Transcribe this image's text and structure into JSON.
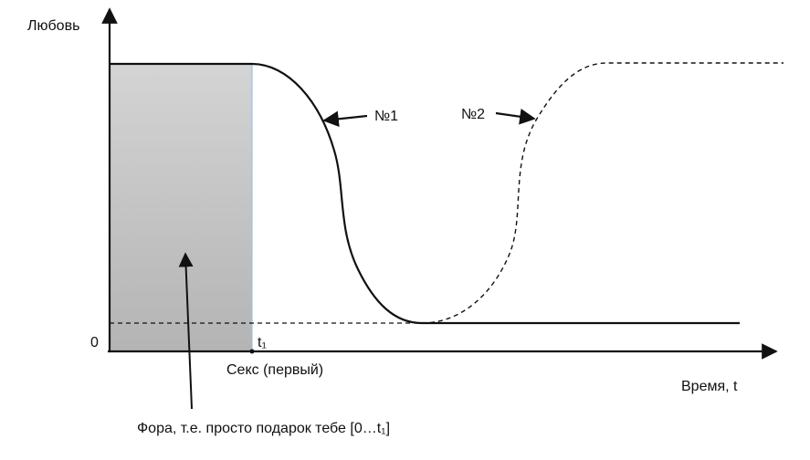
{
  "chart_data": {
    "type": "line",
    "ylabel": "Любовь",
    "xlabel": "Время, t",
    "y_zero_label": "0",
    "t1_label": "t₁",
    "t1_caption": "Секс (первый)",
    "shaded_region": {
      "x_range": [
        "0",
        "t₁"
      ],
      "annotation": "Фора, т.е. просто подарок тебе [0…t₁]"
    },
    "series": [
      {
        "name": "№1",
        "style": "solid"
      },
      {
        "name": "№2",
        "style": "dashed"
      }
    ],
    "grid": false
  },
  "colors": {
    "axis": "#111111",
    "shade_top": "#d4d4d4",
    "shade_bottom": "#b4b4b4",
    "shade_right_edge": "#9cc3e6"
  }
}
